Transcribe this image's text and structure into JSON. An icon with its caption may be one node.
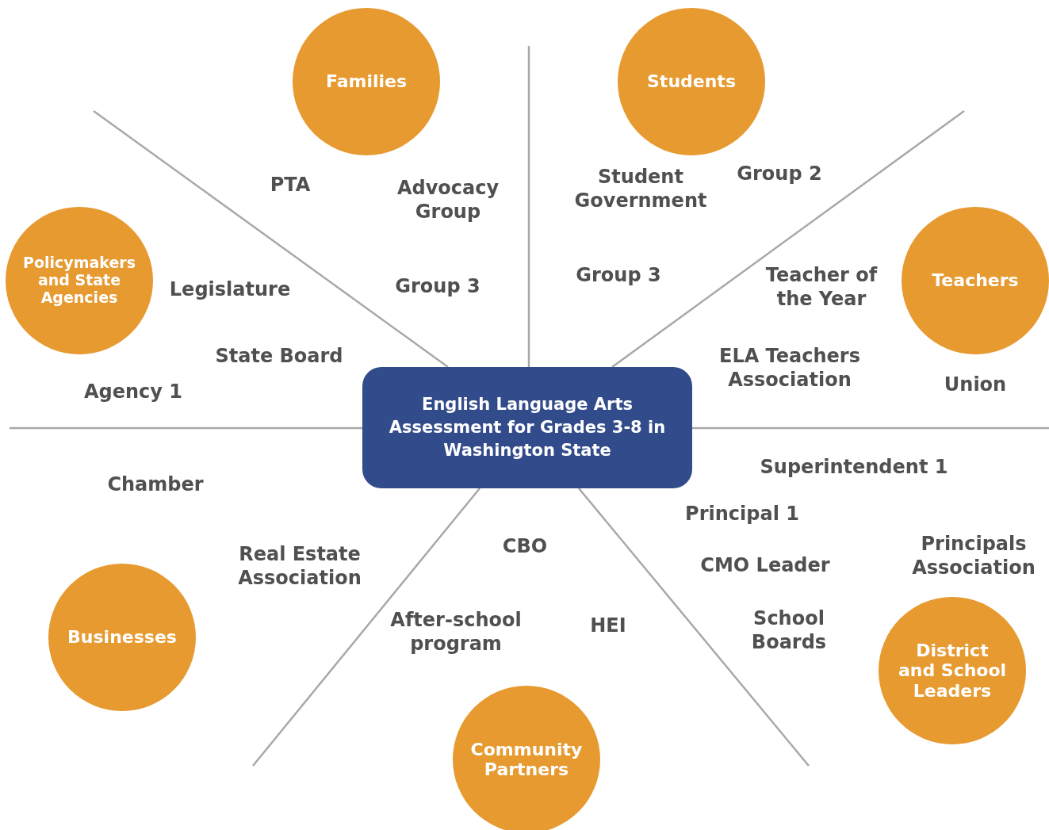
{
  "diagram": {
    "nodes": [
      {
        "text": [
          "English Language Arts Assessment for Grades 3-8 in Washington State"
        ]
      },
      {
        "text": [
          "Families"
        ]
      },
      {
        "text": [
          "Students"
        ]
      },
      {
        "text": [
          "Policymakers and State Agencies"
        ]
      },
      {
        "text": [
          "Teachers"
        ]
      },
      {
        "text": [
          "Businesses"
        ]
      },
      {
        "text": [
          "Community Partners"
        ]
      },
      {
        "text": [
          "District and School Leaders"
        ]
      }
    ],
    "edges": [],
    "labels": [
      "PTA",
      "Advocacy Group",
      "Student Government",
      "Group 2",
      "Legislature",
      "Group 3",
      "Group 3",
      "Teacher of the Year",
      "State Board",
      "ELA Teachers Association",
      "Agency 1",
      "Union",
      "Superintendent 1",
      "Chamber",
      "Principal 1",
      "Real Estate Association",
      "CBO",
      "CMO Leader",
      "Principals Association",
      "HEI",
      "After-school program",
      "School Boards"
    ]
  }
}
